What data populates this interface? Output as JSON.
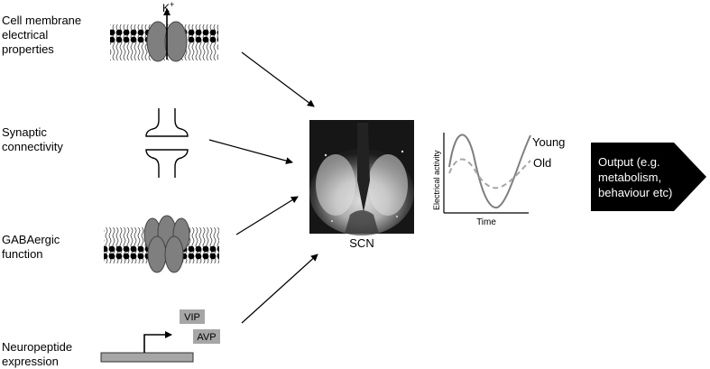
{
  "labels": {
    "membrane": "Cell membrane\nelectrical\nproperties",
    "synaptic": "Synaptic\nconnectivity",
    "gaba": "GABAergic\nfunction",
    "neuropeptide": "Neuropeptide\nexpression",
    "ion": "K",
    "ion_charge": "+",
    "vip": "VIP",
    "avp": "AVP",
    "scn": "SCN",
    "ylabel": "Electrical activity",
    "xlabel": "Time",
    "young": "Young",
    "old": "Old",
    "output": "Output (e.g.\nmetabolism,\nbehaviour etc)"
  },
  "colors": {
    "protein": "#7f7f7f",
    "young_line": "#7f7f7f",
    "old_line": "#a6a6a6",
    "gene_bar": "#a6a6a6",
    "output_bg": "#000000"
  }
}
